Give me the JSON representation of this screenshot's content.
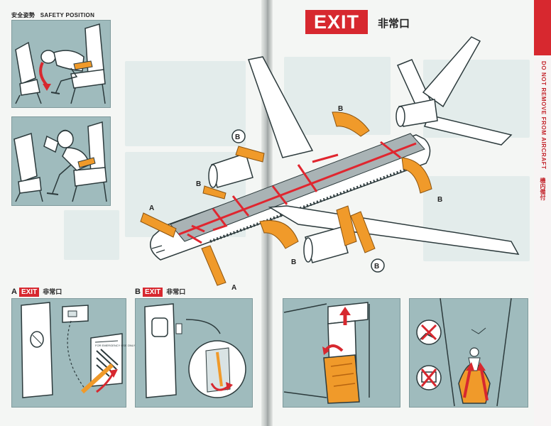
{
  "left_page": {
    "safety_position": {
      "title_jp": "安全姿勢",
      "title_en": "SAFETY POSITION"
    },
    "exit_a": {
      "letter": "A",
      "badge": "EXIT",
      "jp": "非常口"
    },
    "exit_b": {
      "letter": "B",
      "badge": "EXIT",
      "jp": "非常口"
    },
    "placard_text": "FOR EMERGENCY USE ONLY"
  },
  "right_page": {
    "exit_badge": "EXIT",
    "exit_jp": "非常口",
    "side_note_jp": "機内備付",
    "side_note_en": "DO NOT REMOVE FROM AIRCRAFT"
  },
  "diagram": {
    "labels": [
      {
        "id": "A1",
        "text": "A"
      },
      {
        "id": "A2",
        "text": "A"
      },
      {
        "id": "B1",
        "text": "B"
      },
      {
        "id": "B2",
        "text": "B"
      },
      {
        "id": "B3",
        "text": "B"
      },
      {
        "id": "B4",
        "text": "B"
      },
      {
        "id": "B5",
        "text": "B"
      },
      {
        "id": "B6",
        "text": "B"
      }
    ]
  },
  "colors": {
    "exit_red": "#d7282f",
    "panel_teal": "#9fbbbd",
    "slide_orange": "#f09a2a",
    "aisle_red": "#e0262f"
  }
}
